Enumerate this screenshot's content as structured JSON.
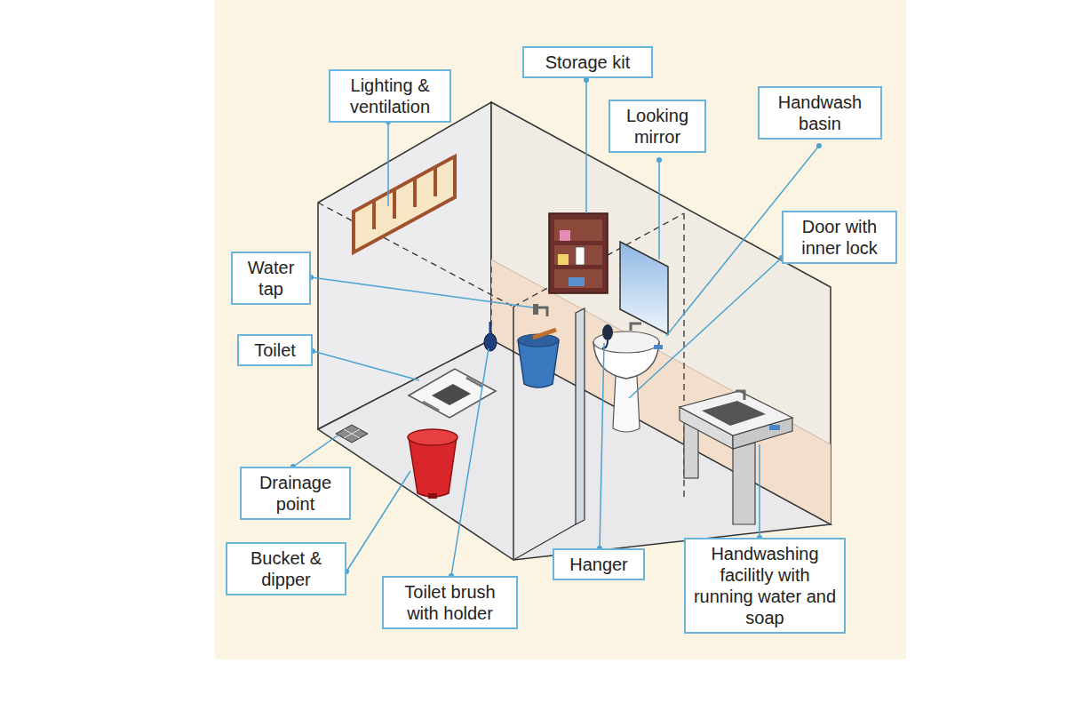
{
  "diagram": {
    "nodes": [
      {
        "text": [
          "Storage kit"
        ]
      },
      {
        "text": [
          "Lighting & ventilation"
        ]
      },
      {
        "text": [
          "Handwash basin"
        ]
      },
      {
        "text": [
          "Looking mirror"
        ]
      },
      {
        "text": [
          "Door with inner lock"
        ]
      },
      {
        "text": [
          "Water tap"
        ]
      },
      {
        "text": [
          "Toilet"
        ]
      },
      {
        "text": [
          "Drainage point"
        ]
      },
      {
        "text": [
          "Hanger"
        ]
      },
      {
        "text": [
          "Bucket & dipper"
        ]
      },
      {
        "text": [
          "Handwashing facilitly with running water and soap"
        ]
      },
      {
        "text": [
          "Toilet brush with holder"
        ]
      }
    ]
  }
}
